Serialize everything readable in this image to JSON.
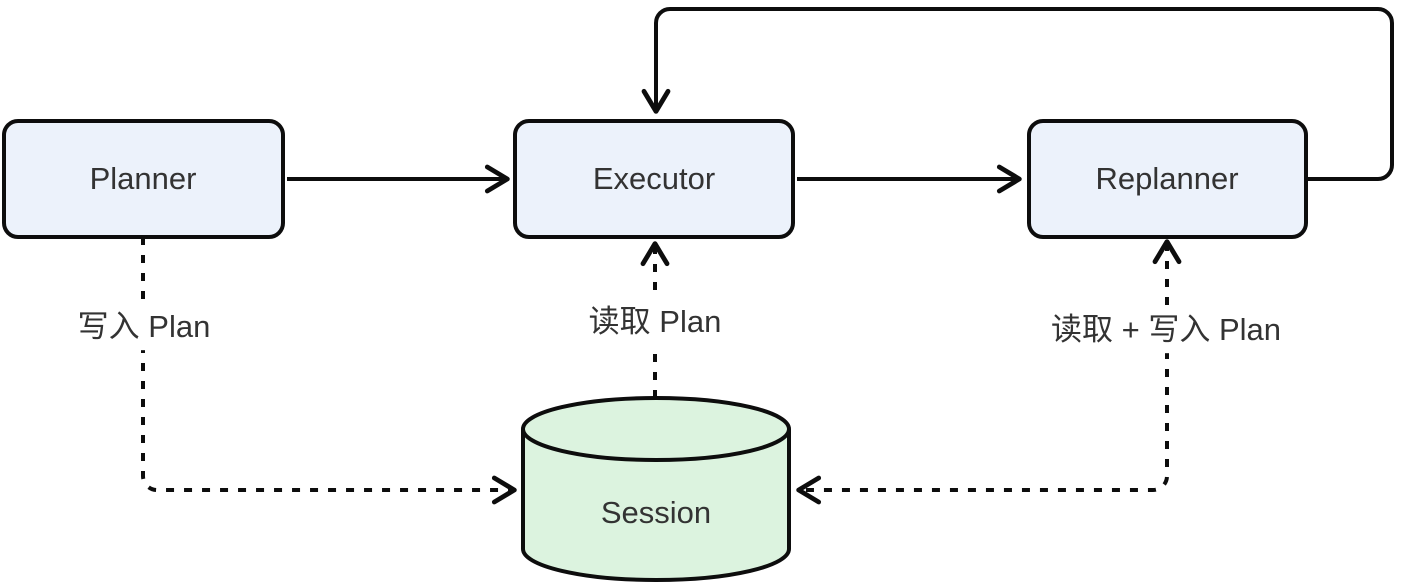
{
  "diagram": {
    "type": "flowchart",
    "direction": "left-to-right",
    "colors": {
      "background": "#FFFFFF",
      "node_fill": "#ECF2FB",
      "node_border": "#0D0D0D",
      "session_fill": "#DCF3DF",
      "line": "#0D0D0D",
      "text": "#333333"
    },
    "nodes": [
      {
        "id": "planner",
        "label": "Planner",
        "shape": "rounded-rect"
      },
      {
        "id": "executor",
        "label": "Executor",
        "shape": "rounded-rect"
      },
      {
        "id": "replanner",
        "label": "Replanner",
        "shape": "rounded-rect"
      },
      {
        "id": "session",
        "label": "Session",
        "shape": "cylinder"
      }
    ],
    "edges": [
      {
        "from": "planner",
        "to": "executor",
        "style": "solid",
        "label": "",
        "route": "straight"
      },
      {
        "from": "executor",
        "to": "replanner",
        "style": "solid",
        "label": "",
        "route": "straight"
      },
      {
        "from": "replanner",
        "to": "executor",
        "style": "solid",
        "label": "",
        "route": "top-loop"
      },
      {
        "from": "planner",
        "to": "session",
        "style": "dashed",
        "label": "写入 Plan",
        "route": "down-right"
      },
      {
        "from": "session",
        "to": "executor",
        "style": "dashed",
        "label": "读取 Plan",
        "route": "straight-up"
      },
      {
        "from": "replanner",
        "to": "session",
        "style": "dashed",
        "label": "读取 + 写入 Plan",
        "route": "down-left",
        "bidirectional": true
      }
    ]
  }
}
